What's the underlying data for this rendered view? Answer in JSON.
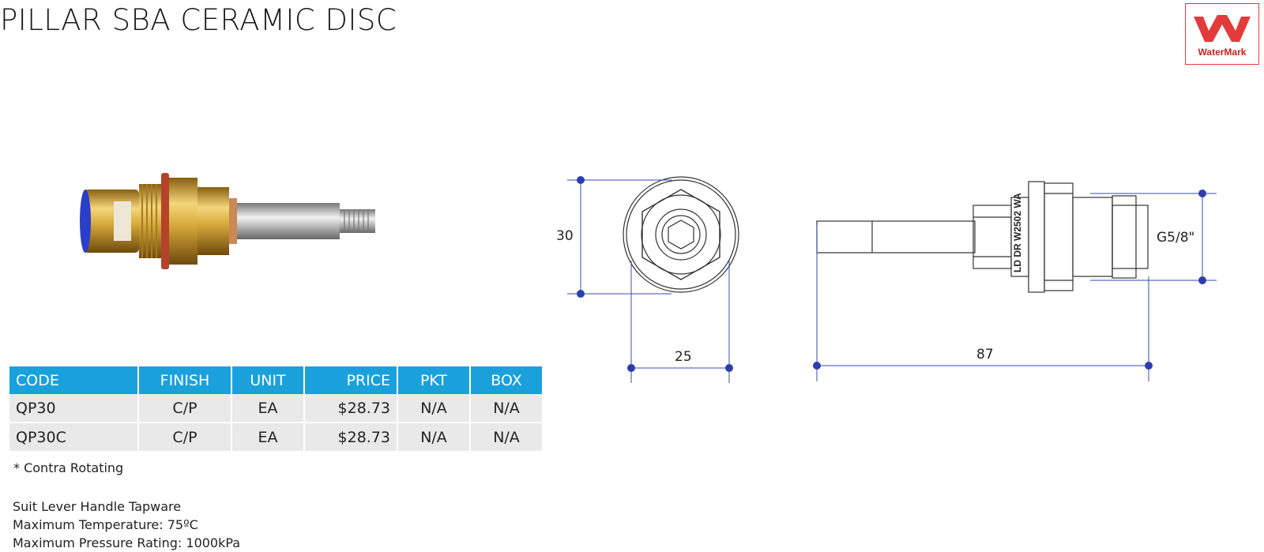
{
  "title": "PILLAR SBA CERAMIC DISC",
  "logo": {
    "text": "WaterMark",
    "color": "#e23b3b"
  },
  "table": {
    "header_color": "#1aa1dc",
    "headers": {
      "code": "CODE",
      "finish": "FINISH",
      "unit": "UNIT",
      "price": "PRICE",
      "pkt": "PKT",
      "box": "BOX"
    },
    "rows": [
      {
        "code": "QP30",
        "finish": "C/P",
        "unit": "EA",
        "price": "$28.73",
        "pkt": "N/A",
        "box": "N/A"
      },
      {
        "code": "QP30C",
        "finish": "C/P",
        "unit": "EA",
        "price": "$28.73",
        "pkt": "N/A",
        "box": "N/A"
      }
    ]
  },
  "note": "* Contra Rotating",
  "specs": {
    "line1": "Suit Lever Handle Tapware",
    "line2": "Maximum Temperature: 75ºC",
    "line3": "Maximum Pressure Rating: 1000kPa"
  },
  "drawing": {
    "dim_height": "30",
    "dim_width": "25",
    "dim_length": "87",
    "thread": "G5/8\"",
    "marking": "LD DR W2502 WA"
  }
}
